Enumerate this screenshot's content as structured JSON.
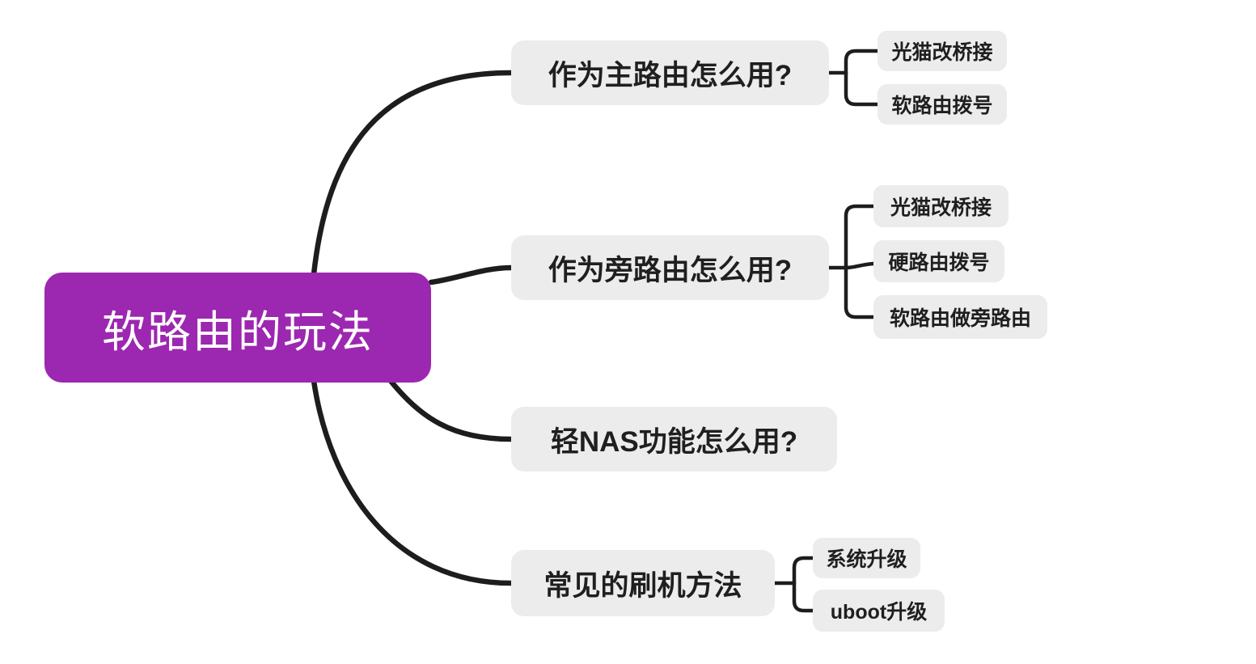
{
  "colors": {
    "accent_purple": "#9c27b0",
    "node_gray": "#ececec",
    "line_black": "#1d1d1d",
    "root_text": "#ffffff",
    "node_text": "#1f1f1f"
  },
  "root": {
    "label": "软路由的玩法"
  },
  "branches": [
    {
      "label": "作为主路由怎么用?",
      "children": [
        "光猫改桥接",
        "软路由拨号"
      ]
    },
    {
      "label": "作为旁路由怎么用?",
      "children": [
        "光猫改桥接",
        "硬路由拨号",
        "软路由做旁路由"
      ]
    },
    {
      "label": "轻NAS功能怎么用?",
      "children": []
    },
    {
      "label": "常见的刷机方法",
      "children": [
        "系统升级",
        "uboot升级"
      ]
    }
  ]
}
